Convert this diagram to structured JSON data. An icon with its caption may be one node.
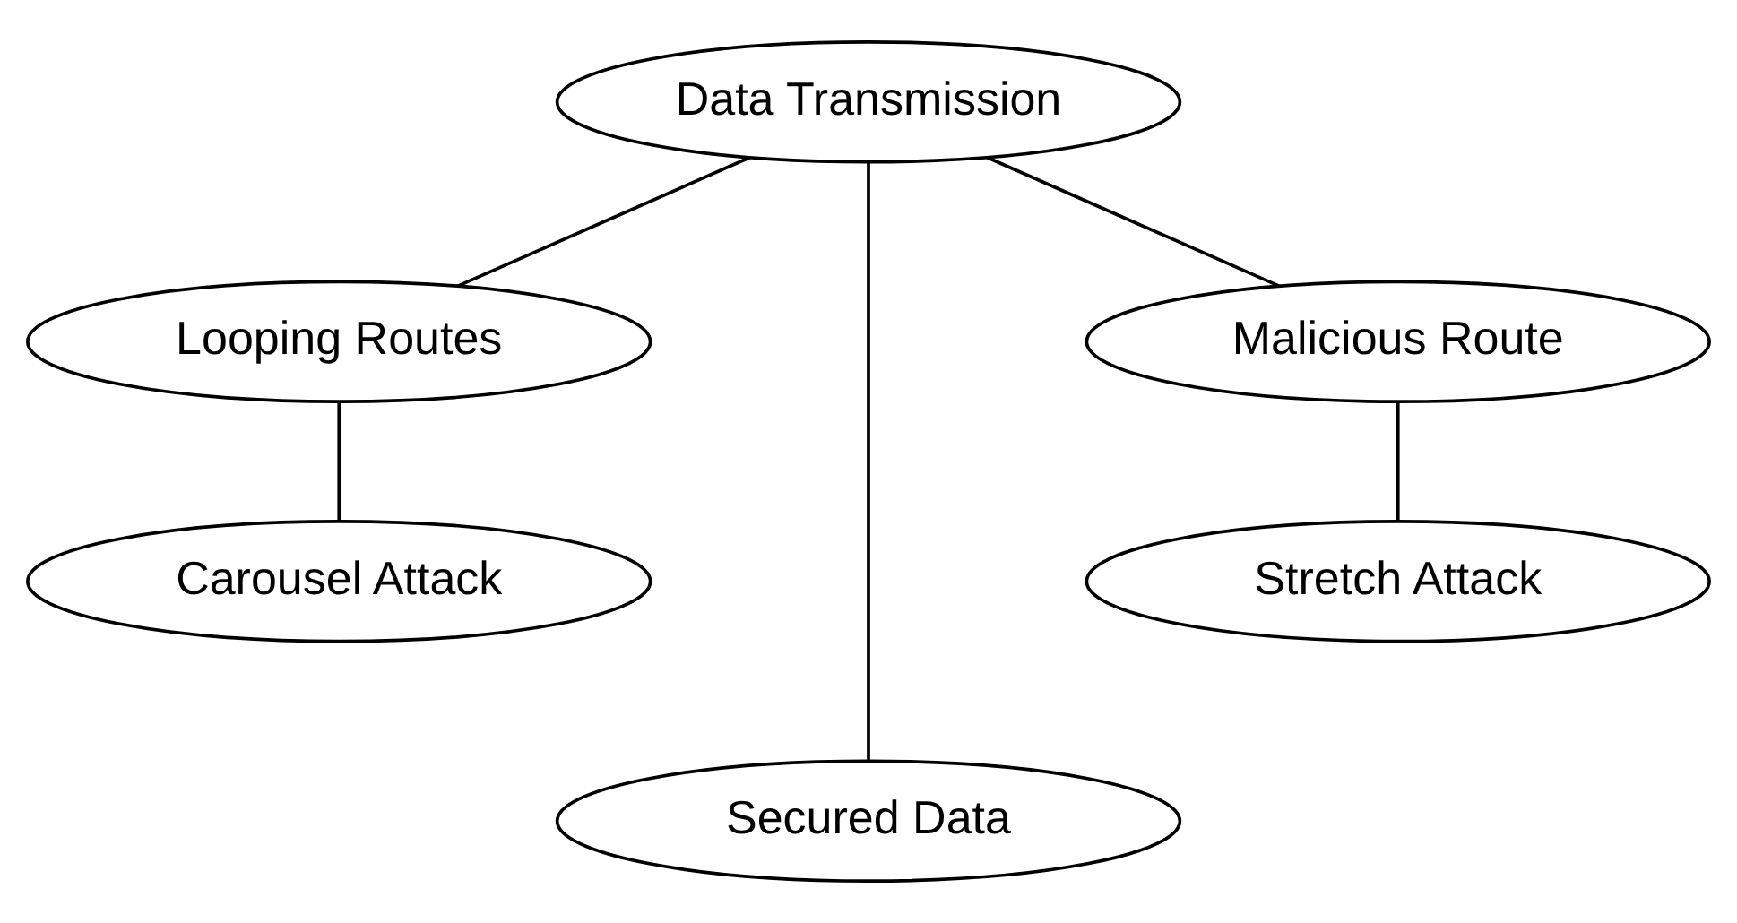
{
  "diagram": {
    "nodes": [
      {
        "text": [
          "Data Transmission"
        ]
      },
      {
        "text": [
          "Looping Routes"
        ]
      },
      {
        "text": [
          "Malicious Route"
        ]
      },
      {
        "text": [
          "Carousel Attack"
        ]
      },
      {
        "text": [
          "Stretch Attack"
        ]
      },
      {
        "text": [
          "Secured Data"
        ]
      }
    ],
    "edges": [
      {
        "from": 0,
        "to": 1,
        "arrow": "none"
      },
      {
        "from": 0,
        "to": 5,
        "arrow": "none"
      },
      {
        "from": 0,
        "to": 2,
        "arrow": "none"
      },
      {
        "from": 1,
        "to": 3,
        "arrow": "none"
      },
      {
        "from": 2,
        "to": 4,
        "arrow": "none"
      }
    ]
  }
}
